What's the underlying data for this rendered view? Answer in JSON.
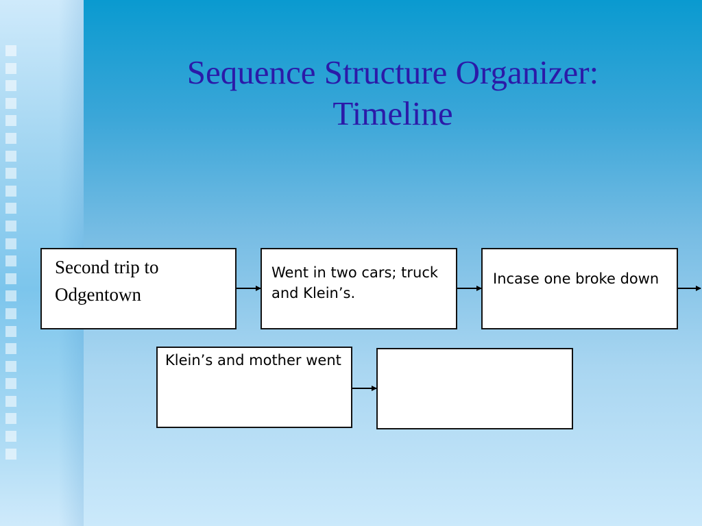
{
  "slide": {
    "title_line1": "Sequence Structure Organizer:",
    "title_line2": "Timeline"
  },
  "timeline": {
    "box1": "Second trip to Odgentown",
    "box2": "Went in two cars; truck and Klein’s.",
    "box3": "Incase one broke down",
    "box4": "Klein’s and mother went",
    "box5": ""
  }
}
